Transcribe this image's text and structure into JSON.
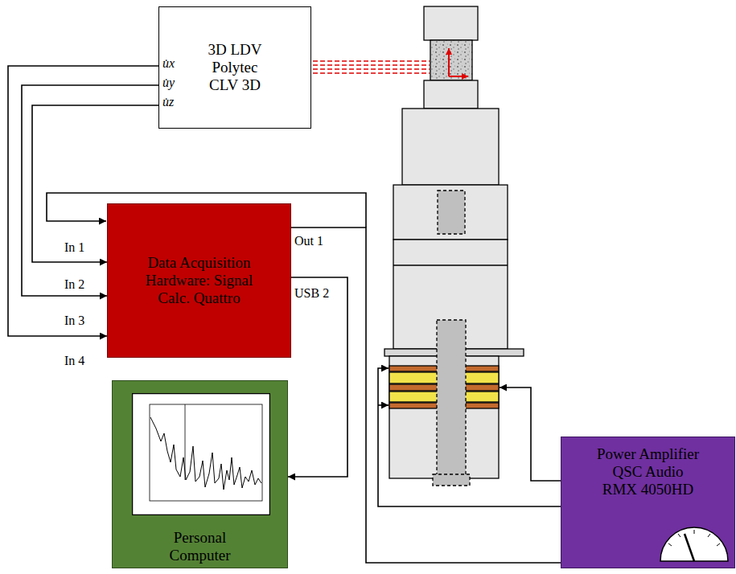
{
  "diagram": {
    "nodes": [
      {
        "text": [
          "3D LDV Polytec CLV 3D"
        ]
      },
      {
        "text": [
          "Data Acquisition Hardware: Signal Calc. Quattro"
        ]
      },
      {
        "text": [
          "Personal Computer"
        ]
      },
      {
        "text": [
          "Power Amplifier QSC Audio RMX 4050HD"
        ]
      }
    ],
    "edges": [
      {
        "from": 0,
        "to": 1,
        "arrow": "to"
      },
      {
        "from": 0,
        "to": 1,
        "arrow": "to"
      },
      {
        "from": 0,
        "to": 1,
        "arrow": "to"
      },
      {
        "from": 1,
        "to": 3,
        "arrow": "to"
      },
      {
        "from": 1,
        "to": 2,
        "arrow": "to"
      }
    ],
    "labels": [
      "u̇x",
      "u̇y",
      "u̇z",
      "In 1",
      "In 2",
      "In 3",
      "In 4",
      "Out 1",
      "USB 2"
    ]
  }
}
